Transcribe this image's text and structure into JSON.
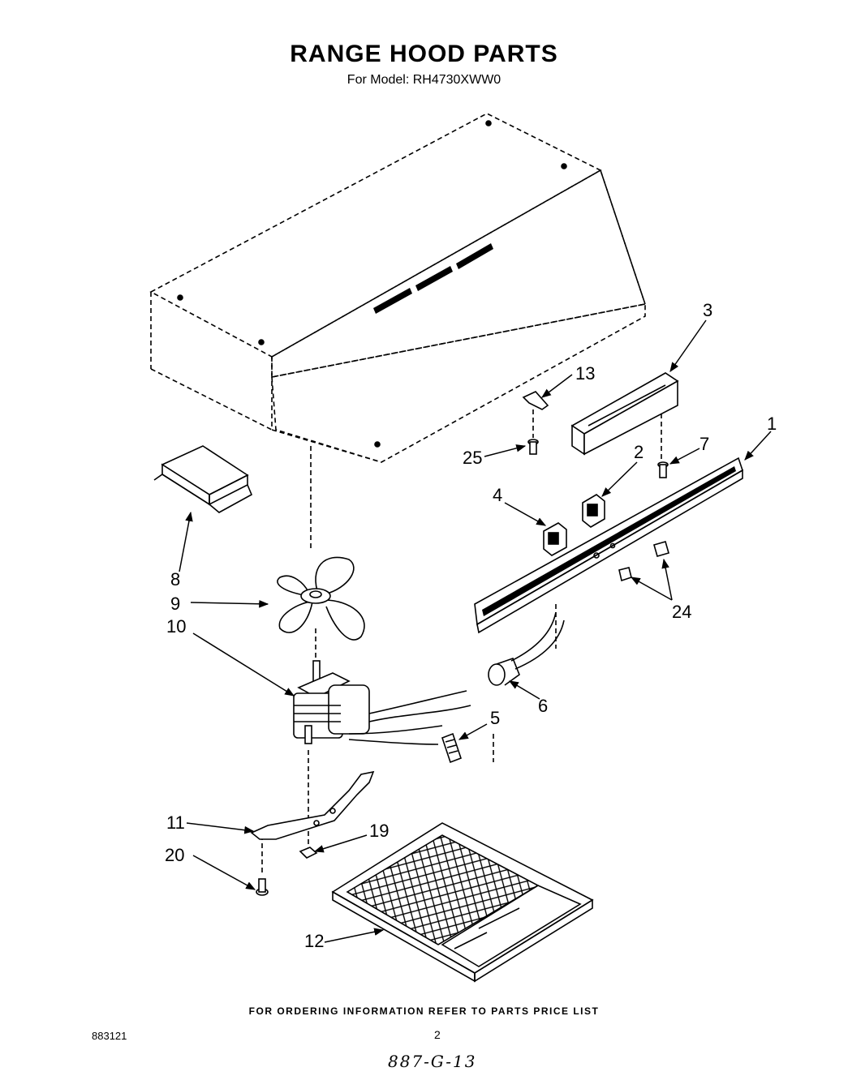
{
  "header": {
    "title": "RANGE HOOD PARTS",
    "model": "For Model: RH4730XWW0"
  },
  "footer": {
    "note": "FOR ORDERING INFORMATION REFER TO PARTS PRICE LIST",
    "doc_number": "883121",
    "page_number": "2",
    "handwritten": "887-G-13"
  },
  "callouts": {
    "c1": "1",
    "c2": "2",
    "c3": "3",
    "c4": "4",
    "c5": "5",
    "c6": "6",
    "c7": "7",
    "c8": "8",
    "c9": "9",
    "c10": "10",
    "c11": "11",
    "c12": "12",
    "c13": "13",
    "c19": "19",
    "c20": "20",
    "c24": "24",
    "c25": "25"
  }
}
